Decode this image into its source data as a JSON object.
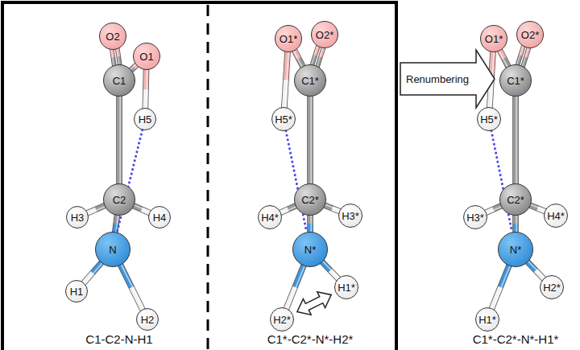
{
  "diagram": {
    "nodes": [
      {
        "text": [
          "O2"
        ]
      },
      {
        "text": [
          "O1"
        ]
      },
      {
        "text": [
          "C1"
        ]
      },
      {
        "text": [
          "H5"
        ]
      },
      {
        "text": [
          "C2"
        ]
      },
      {
        "text": [
          "H3"
        ]
      },
      {
        "text": [
          "H4"
        ]
      },
      {
        "text": [
          "N"
        ]
      },
      {
        "text": [
          "H1"
        ]
      },
      {
        "text": [
          "H2"
        ]
      },
      {
        "text": [
          "O1*"
        ]
      },
      {
        "text": [
          "O2*"
        ]
      },
      {
        "text": [
          "C1*"
        ]
      },
      {
        "text": [
          "H5*"
        ]
      },
      {
        "text": [
          "C2*"
        ]
      },
      {
        "text": [
          "H4*"
        ]
      },
      {
        "text": [
          "H3*"
        ]
      },
      {
        "text": [
          "N*"
        ]
      },
      {
        "text": [
          "H2*"
        ]
      },
      {
        "text": [
          "H1*"
        ]
      },
      {
        "text": [
          "Renumbering"
        ]
      },
      {
        "text": [
          "O1*"
        ]
      },
      {
        "text": [
          "O2*"
        ]
      },
      {
        "text": [
          "C1*"
        ]
      },
      {
        "text": [
          "H5*"
        ]
      },
      {
        "text": [
          "C2*"
        ]
      },
      {
        "text": [
          "H3*"
        ]
      },
      {
        "text": [
          "H4*"
        ]
      },
      {
        "text": [
          "N*"
        ]
      },
      {
        "text": [
          "H1*"
        ]
      },
      {
        "text": [
          "H2*"
        ]
      }
    ],
    "edges": [
      {
        "from": 2,
        "to": 0,
        "arrow": "none"
      },
      {
        "from": 2,
        "to": 1,
        "arrow": "none"
      },
      {
        "from": 1,
        "to": 3,
        "arrow": "none"
      },
      {
        "from": 2,
        "to": 4,
        "arrow": "none"
      },
      {
        "from": 4,
        "to": 5,
        "arrow": "none"
      },
      {
        "from": 4,
        "to": 6,
        "arrow": "none"
      },
      {
        "from": 4,
        "to": 7,
        "arrow": "none"
      },
      {
        "from": 7,
        "to": 8,
        "arrow": "none"
      },
      {
        "from": 7,
        "to": 9,
        "arrow": "none"
      },
      {
        "from": 3,
        "to": 7,
        "arrow": "none"
      },
      {
        "from": 12,
        "to": 11,
        "arrow": "none"
      },
      {
        "from": 12,
        "to": 10,
        "arrow": "none"
      },
      {
        "from": 10,
        "to": 13,
        "arrow": "none"
      },
      {
        "from": 12,
        "to": 14,
        "arrow": "none"
      },
      {
        "from": 14,
        "to": 15,
        "arrow": "none"
      },
      {
        "from": 14,
        "to": 16,
        "arrow": "none"
      },
      {
        "from": 14,
        "to": 17,
        "arrow": "none"
      },
      {
        "from": 17,
        "to": 18,
        "arrow": "none"
      },
      {
        "from": 17,
        "to": 19,
        "arrow": "none"
      },
      {
        "from": 13,
        "to": 17,
        "arrow": "none"
      },
      {
        "from": 18,
        "to": 19,
        "arrow": "both"
      },
      {
        "from": 23,
        "to": 22,
        "arrow": "none"
      },
      {
        "from": 23,
        "to": 21,
        "arrow": "none"
      },
      {
        "from": 21,
        "to": 24,
        "arrow": "none"
      },
      {
        "from": 23,
        "to": 25,
        "arrow": "none"
      },
      {
        "from": 25,
        "to": 26,
        "arrow": "none"
      },
      {
        "from": 25,
        "to": 27,
        "arrow": "none"
      },
      {
        "from": 25,
        "to": 28,
        "arrow": "none"
      },
      {
        "from": 28,
        "to": 29,
        "arrow": "none"
      },
      {
        "from": 28,
        "to": 30,
        "arrow": "none"
      },
      {
        "from": 24,
        "to": 28,
        "arrow": "none"
      }
    ],
    "labels": [
      "C1-C2-N-H1",
      "C1*-C2*-N*-H2*",
      "C1*-C2*-N*-H1*"
    ]
  }
}
